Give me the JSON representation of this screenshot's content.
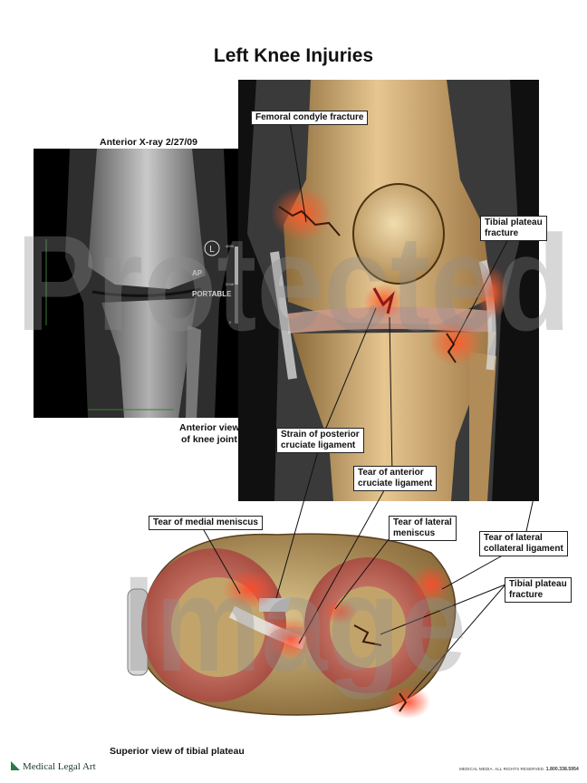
{
  "title": "Left Knee Injuries",
  "xray": {
    "caption": "Anterior X-ray 2/27/09",
    "overlay_ap": "AP",
    "overlay_portable": "PORTABLE",
    "side_marker": "L",
    "scale_top": "4095",
    "scale_mid": "2048",
    "scale_bottom": "0"
  },
  "anterior_caption_line1": "Anterior view",
  "anterior_caption_line2": "of knee joint",
  "labels": {
    "femoral": "Femoral condyle fracture",
    "tibial_upper_1": "Tibial plateau",
    "tibial_upper_2": "fracture",
    "pcl_1": "Strain of posterior",
    "pcl_2": "cruciate ligament",
    "acl_1": "Tear of anterior",
    "acl_2": "cruciate ligament",
    "medial_meniscus": "Tear of medial meniscus",
    "lateral_meniscus_1": "Tear of lateral",
    "lateral_meniscus_2": "meniscus",
    "lcl_1": "Tear of lateral",
    "lcl_2": "collateral ligament",
    "tibial_lower_1": "Tibial plateau",
    "tibial_lower_2": "fracture"
  },
  "superior_caption": "Superior view of tibial plateau",
  "watermark_top": "Protected",
  "watermark_bottom": "Image",
  "footer": {
    "brand": "Medical Legal Art",
    "rights": "MEDICAL MEDIA. ALL RIGHTS RESERVED.",
    "phone": "1.800.338.5954"
  },
  "colors": {
    "bone": "#d9b27a",
    "cartilage": "#c96a6a",
    "injury": "#e0392b",
    "accent_logo": "#2a7a4a"
  }
}
